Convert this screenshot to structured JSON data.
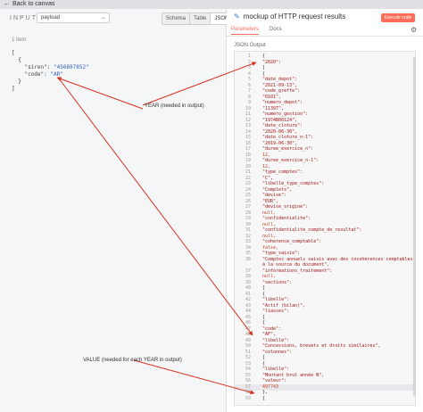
{
  "topbar": {
    "back_label": "Back to canvas"
  },
  "input_panel": {
    "header": "INPUT",
    "select_value": "payload",
    "tabs": [
      "Schema",
      "Table",
      "JSON"
    ],
    "active_tab": "JSON",
    "items_count": "1 item",
    "json_lines": [
      {
        "text": "[",
        "kind": "p"
      },
      {
        "text": "  {",
        "kind": "p"
      },
      {
        "key": "\"siren\"",
        "val": "\"456897852\"",
        "indent": "    "
      },
      {
        "key": "\"code\"",
        "val": "\"AR\"",
        "indent": "    "
      },
      {
        "text": "  }",
        "kind": "p"
      },
      {
        "text": "]",
        "kind": "p"
      }
    ]
  },
  "output_panel": {
    "title": "mockup of HTTP request results",
    "execute_label": "Execute node",
    "tabs": [
      "Parameters",
      "Docs"
    ],
    "active_tab": "Parameters",
    "json_label": "JSON Output",
    "lines": [
      {
        "n": "1",
        "t": "{",
        "k": "p",
        "i": 0
      },
      {
        "n": "2",
        "t": "\"2020\":",
        "k": "k",
        "i": 1
      },
      {
        "n": "3",
        "t": "[",
        "k": "p",
        "i": 1
      },
      {
        "n": "4",
        "t": "{",
        "k": "p",
        "i": 1
      },
      {
        "n": "5",
        "t": "\"date_depot\":",
        "k": "k",
        "i": 1
      },
      {
        "n": "6",
        "t": "\"2021-09-13\",",
        "k": "s",
        "i": 1
      },
      {
        "n": "7",
        "t": "\"code_greffe\":",
        "k": "k",
        "i": 1
      },
      {
        "n": "8",
        "t": "\"0101\",",
        "k": "s",
        "i": 1
      },
      {
        "n": "9",
        "t": "\"numero_depot\":",
        "k": "k",
        "i": 1
      },
      {
        "n": "10",
        "t": "\"11397\",",
        "k": "s",
        "i": 1
      },
      {
        "n": "11",
        "t": "\"numero_gestion\":",
        "k": "k",
        "i": 1
      },
      {
        "n": "12",
        "t": "\"1974B00124\",",
        "k": "s",
        "i": 1
      },
      {
        "n": "13",
        "t": "\"date_cloture\":",
        "k": "k",
        "i": 1
      },
      {
        "n": "14",
        "t": "\"2020-06-30\",",
        "k": "s",
        "i": 1
      },
      {
        "n": "15",
        "t": "\"date_cloture_n-1\":",
        "k": "k",
        "i": 1
      },
      {
        "n": "16",
        "t": "\"2019-06-30\",",
        "k": "s",
        "i": 1
      },
      {
        "n": "17",
        "t": "\"duree_exercice_n\":",
        "k": "k",
        "i": 1
      },
      {
        "n": "18",
        "t": "12,",
        "k": "lit",
        "i": 1
      },
      {
        "n": "19",
        "t": "\"duree_exercice_n-1\":",
        "k": "k",
        "i": 1
      },
      {
        "n": "20",
        "t": "12,",
        "k": "lit",
        "i": 1
      },
      {
        "n": "21",
        "t": "\"type_comptes\":",
        "k": "k",
        "i": 1
      },
      {
        "n": "22",
        "t": "\"C\",",
        "k": "s",
        "i": 1
      },
      {
        "n": "23",
        "t": "\"libelle_type_comptes\":",
        "k": "k",
        "i": 1
      },
      {
        "n": "24",
        "t": "\"Complets\",",
        "k": "s",
        "i": 1
      },
      {
        "n": "25",
        "t": "\"devise\":",
        "k": "k",
        "i": 1
      },
      {
        "n": "26",
        "t": "\"EUR\",",
        "k": "s",
        "i": 1
      },
      {
        "n": "27",
        "t": "\"devise_origine\":",
        "k": "k",
        "i": 1
      },
      {
        "n": "28",
        "t": "null,",
        "k": "lit",
        "i": 1
      },
      {
        "n": "29",
        "t": "\"confidentialite\":",
        "k": "k",
        "i": 1
      },
      {
        "n": "30",
        "t": "null,",
        "k": "lit",
        "i": 1
      },
      {
        "n": "31",
        "t": "\"confidentialite_compte_de_resultat\":",
        "k": "k",
        "i": 1
      },
      {
        "n": "32",
        "t": "null,",
        "k": "lit",
        "i": 1
      },
      {
        "n": "33",
        "t": "\"coherence_comptable\":",
        "k": "k",
        "i": 1
      },
      {
        "n": "34",
        "t": "false,",
        "k": "lit",
        "i": 1
      },
      {
        "n": "35",
        "t": "\"type_saisie\":",
        "k": "k",
        "i": 1
      },
      {
        "n": "36",
        "t": "\"Comptes annuels saisis avec des incohérences comptables",
        "k": "s",
        "i": 1
      },
      {
        "n": "",
        "t": "à la source du document\",",
        "k": "s",
        "i": 1
      },
      {
        "n": "37",
        "t": "\"informations_traitement\":",
        "k": "k",
        "i": 1
      },
      {
        "n": "38",
        "t": "null,",
        "k": "lit",
        "i": 1
      },
      {
        "n": "39",
        "t": "\"sections\":",
        "k": "k",
        "i": 1
      },
      {
        "n": "40",
        "t": "[",
        "k": "p",
        "i": 1
      },
      {
        "n": "41",
        "t": "{",
        "k": "p",
        "i": 1
      },
      {
        "n": "42",
        "t": "\"libelle\":",
        "k": "k",
        "i": 1
      },
      {
        "n": "43",
        "t": "\"Actif (bilan)\",",
        "k": "s",
        "i": 1
      },
      {
        "n": "44",
        "t": "\"liasses\":",
        "k": "k",
        "i": 1
      },
      {
        "n": "45",
        "t": "[",
        "k": "p",
        "i": 1
      },
      {
        "n": "46",
        "t": "{",
        "k": "p",
        "i": 1
      },
      {
        "n": "47",
        "t": "\"code\":",
        "k": "k",
        "i": 1
      },
      {
        "n": "48",
        "t": "\"AF\",",
        "k": "s",
        "i": 1
      },
      {
        "n": "49",
        "t": "\"libelle\":",
        "k": "k",
        "i": 1
      },
      {
        "n": "50",
        "t": "\"Concessions, brevets et droits similaires\",",
        "k": "s",
        "i": 1
      },
      {
        "n": "51",
        "t": "\"colonnes\":",
        "k": "k",
        "i": 1
      },
      {
        "n": "52",
        "t": "[",
        "k": "p",
        "i": 1
      },
      {
        "n": "53",
        "t": "{",
        "k": "p",
        "i": 1
      },
      {
        "n": "54",
        "t": "\"libelle\":",
        "k": "k",
        "i": 1
      },
      {
        "n": "55",
        "t": "\"Montant brut année N\",",
        "k": "s",
        "i": 1
      },
      {
        "n": "56",
        "t": "\"valeur\":",
        "k": "k",
        "i": 1
      },
      {
        "n": "57",
        "t": "497743",
        "k": "lit",
        "i": 1
      },
      {
        "n": "58",
        "t": "},",
        "k": "p",
        "i": 1
      },
      {
        "n": "59",
        "t": "{",
        "k": "p",
        "i": 1
      }
    ]
  },
  "annotations": {
    "year": "YEAR (needed in output)",
    "value": "VALUE (needed for each YEAR in output)"
  },
  "colors": {
    "accent": "#ff6d5a",
    "arrow": "#d9301f"
  }
}
